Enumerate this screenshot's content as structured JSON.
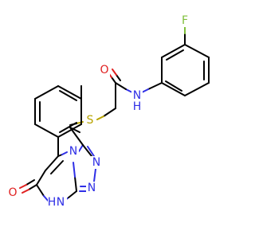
{
  "molecule": {
    "atom_labels": {
      "fluorine": "F",
      "amide_oxygen": "O",
      "amide_nitrogen": "N",
      "amide_hydrogen": "H",
      "sulfur": "S",
      "ring_nitrogen_bridge": "N",
      "ring_nitrogen_a": "N",
      "ring_nitrogen_b": "N",
      "ketone_oxygen": "O",
      "nh_label": "H",
      "nh_nitrogen": "N"
    },
    "colors": {
      "carbon_bond": "#000000",
      "nitrogen": "#2f2fe6",
      "oxygen": "#e02020",
      "sulfur": "#b8a400",
      "fluorine": "#7fbf3a"
    }
  }
}
